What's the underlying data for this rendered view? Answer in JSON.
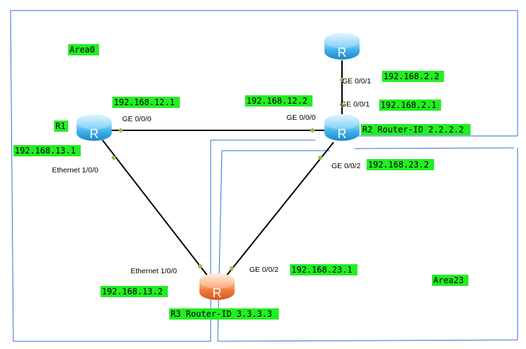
{
  "areas": {
    "area0_label": "Area0",
    "area23_label": "Area23"
  },
  "routers": {
    "top": {
      "letter": "R",
      "color": "blue"
    },
    "r1": {
      "letter": "R",
      "name": "R1",
      "color": "blue",
      "ip_13": "192.168.13.1",
      "ip_12": "192.168.12.1",
      "if_ge000": "GE 0/0/0",
      "if_eth100": "Ethernet 1/0/0"
    },
    "r2": {
      "letter": "R",
      "name": "R2 Router-ID 2.2.2.2",
      "color": "blue",
      "ip_12": "192.168.12.2",
      "ip_2_1": "192.168.2.1",
      "ip_23": "192.168.23.2",
      "if_ge000": "GE 0/0/0",
      "if_ge001": "GE 0/0/1",
      "if_ge002": "GE 0/0/2"
    },
    "top_ip": "192.168.2.2",
    "top_if": "GE 0/0/1",
    "r3": {
      "letter": "R",
      "name": "R3 Router-ID 3.3.3.3",
      "color": "orange",
      "ip_13": "192.168.13.2",
      "ip_23": "192.168.23.1",
      "if_eth100": "Ethernet 1/0/0",
      "if_ge002": "GE 0/0/2"
    }
  },
  "colors": {
    "area_border": "#2f6fd6",
    "label_bg": "#22ee22",
    "link": "#000000",
    "port": "#8bc34a",
    "router_blue": "#3fb2ea",
    "router_orange": "#f07a3a"
  }
}
